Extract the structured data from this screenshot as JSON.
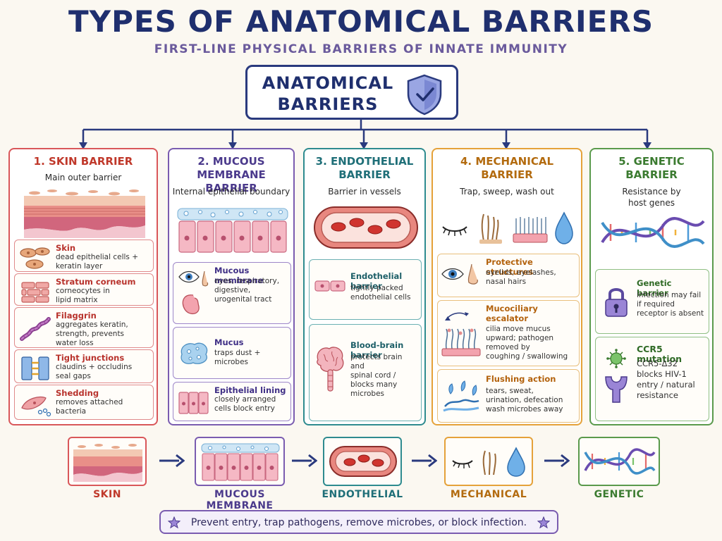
{
  "title": "TYPES OF ANATOMICAL BARRIERS",
  "subtitle": "FIRST-LINE PHYSICAL BARRIERS OF INNATE IMMUNITY",
  "main": {
    "line1": "ANATOMICAL",
    "line2": "BARRIERS",
    "icon": "shield-check-icon"
  },
  "columns": [
    {
      "heading": [
        "1. SKIN BARRIER"
      ],
      "sub": [
        "Main outer barrier"
      ],
      "color": "#d9575a",
      "cards": [
        {
          "title": [
            "Skin"
          ],
          "desc": [
            "dead epithelial cells +",
            "keratin layer"
          ],
          "icon": "dead-cells-icon"
        },
        {
          "title": [
            "Stratum corneum"
          ],
          "desc": [
            "corneocytes in",
            "lipid matrix"
          ],
          "icon": "brick-layer-icon"
        },
        {
          "title": [
            "Filaggrin"
          ],
          "desc": [
            "aggregates keratin,",
            "strength, prevents",
            "water loss"
          ],
          "icon": "filaggrin-strand-icon"
        },
        {
          "title": [
            "Tight junctions"
          ],
          "desc": [
            "claudins + occludins",
            "seal gaps"
          ],
          "icon": "tight-junction-icon"
        },
        {
          "title": [
            "Shedding"
          ],
          "desc": [
            "removes attached",
            "bacteria"
          ],
          "icon": "shedding-cell-icon"
        }
      ]
    },
    {
      "heading": [
        "2. MUCOUS",
        "MEMBRANE BARRIER"
      ],
      "sub": [
        "Internal epithelial boundary"
      ],
      "color": "#7a5cb0",
      "cards": [
        {
          "title": [
            "Mucous membrane"
          ],
          "desc": [
            "eyes, respiratory,",
            "digestive,",
            "urogenital tract"
          ],
          "icon": "eye-nose-stomach-icon"
        },
        {
          "title": [
            "Mucus"
          ],
          "desc": [
            "traps dust +",
            "microbes"
          ],
          "icon": "mucus-blob-icon"
        },
        {
          "title": [
            "Epithelial lining"
          ],
          "desc": [
            "closely arranged",
            "cells block entry"
          ],
          "icon": "epithelial-cells-icon"
        }
      ]
    },
    {
      "heading": [
        "3. ENDOTHELIAL",
        "BARRIER"
      ],
      "sub": [
        "Barrier in vessels"
      ],
      "color": "#2e8b8f",
      "cards": [
        {
          "title": [
            "Endothelial barrier"
          ],
          "desc": [
            "tightly packed",
            "endothelial cells"
          ],
          "icon": "endothelial-cells-icon"
        },
        {
          "title": [
            "Blood-brain barrier"
          ],
          "desc": [
            "protects brain and",
            "spinal cord /",
            "blocks many",
            "microbes"
          ],
          "icon": "brain-icon"
        }
      ]
    },
    {
      "heading": [
        "4. MECHANICAL",
        "BARRIER"
      ],
      "sub": [
        "Trap, sweep, wash out"
      ],
      "color": "#e5a23a",
      "cards": [
        {
          "title": [
            "Protective structures"
          ],
          "desc": [
            "eyelids, eyelashes,",
            "nasal hairs"
          ],
          "icon": "eye-nose-icon"
        },
        {
          "title": [
            "Mucociliary",
            "escalator"
          ],
          "desc": [
            "cilia move mucus",
            "upward; pathogen",
            "removed by",
            "coughing / swallowing"
          ],
          "icon": "cilia-icon"
        },
        {
          "title": [
            "Flushing action"
          ],
          "desc": [
            "tears, sweat,",
            "urination, defecation",
            "wash microbes away"
          ],
          "icon": "splash-icon"
        }
      ]
    },
    {
      "heading": [
        "5. GENETIC",
        "BARRIER"
      ],
      "sub": [
        "Resistance by",
        "host genes"
      ],
      "color": "#5a9a4c",
      "cards": [
        {
          "title": [
            "Genetic barrier"
          ],
          "desc": [
            "infection may fail",
            "if required",
            "receptor is absent"
          ],
          "icon": "padlock-icon"
        },
        {
          "title": [
            "CCR5 mutation"
          ],
          "desc": [
            "CCR5-Δ32",
            "blocks HIV-1",
            "entry / natural",
            "resistance"
          ],
          "icon": "virus-receptor-icon"
        }
      ]
    }
  ],
  "flow": [
    {
      "label": "SKIN",
      "color": "#c0392b"
    },
    {
      "label": "MUCOUS MEMBRANE",
      "color": "#4b3a8c"
    },
    {
      "label": "ENDOTHELIAL",
      "color": "#1f6f78"
    },
    {
      "label": "MECHANICAL",
      "color": "#b36b0f"
    },
    {
      "label": "GENETIC",
      "color": "#3b7b30"
    }
  ],
  "footer": {
    "text": "Prevent entry, trap pathogens, remove microbes, or block infection.",
    "icon": "star-icon"
  }
}
